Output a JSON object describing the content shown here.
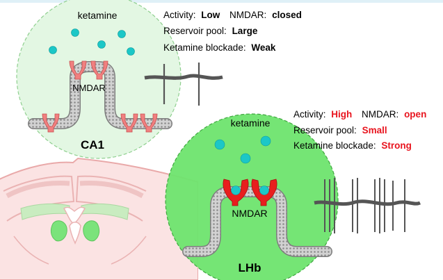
{
  "ca1": {
    "ligand_label": "ketamine",
    "receptor_label": "NMDAR",
    "region_label": "CA1",
    "activity": {
      "label": "Activity:",
      "value": "Low"
    },
    "nmdar_state": {
      "label": "NMDAR:",
      "value": "closed"
    },
    "reservoir": {
      "label": "Reservoir pool:",
      "value": "Large"
    },
    "blockade": {
      "label": "Ketamine blockade:",
      "value": "Weak"
    }
  },
  "lhb": {
    "ligand_label": "ketamine",
    "receptor_label": "NMDAR",
    "region_label": "LHb",
    "activity": {
      "label": "Activity:",
      "value": "High"
    },
    "nmdar_state": {
      "label": "NMDAR:",
      "value": "open"
    },
    "reservoir": {
      "label": "Reservoir pool:",
      "value": "Small"
    },
    "blockade": {
      "label": "Ketamine blockade:",
      "value": "Strong"
    }
  },
  "colors": {
    "ca1_fill": "#e3f7e3",
    "lhb_fill": "#6ee46e",
    "ketamine": "#1cc7c7",
    "receptor": "#f08080",
    "receptor_active": "#e81e1e",
    "highlight": "#e8141e",
    "brain": "#f6c6c6",
    "membrane": "#c8c8c8"
  }
}
